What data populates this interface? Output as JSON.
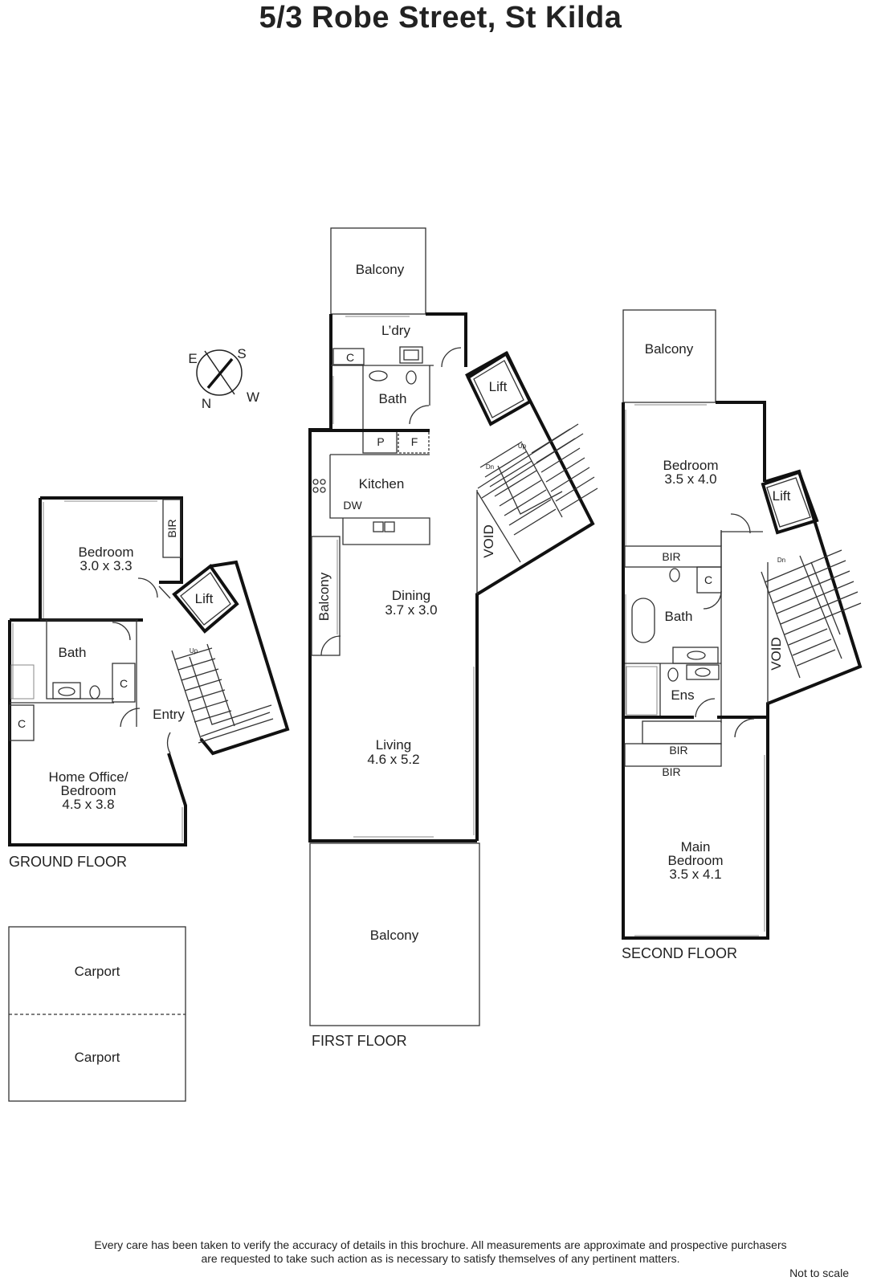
{
  "title": "5/3 Robe Street, St Kilda",
  "compass": {
    "e": "E",
    "s": "S",
    "n": "N",
    "w": "W"
  },
  "floors": {
    "ground": "GROUND FLOOR",
    "first": "FIRST FLOOR",
    "second": "SECOND FLOOR"
  },
  "ground_rooms": {
    "bedroom_name": "Bedroom",
    "bedroom_size": "3.0 x 3.3",
    "bir": "BIR",
    "lift": "Lift",
    "bath": "Bath",
    "c1": "C",
    "c2": "C",
    "entry": "Entry",
    "up": "Up",
    "office_name": "Home Office/",
    "office_name2": "Bedroom",
    "office_size": "4.5 x 3.8"
  },
  "carports": {
    "top": "Carport",
    "bottom": "Carport"
  },
  "first_rooms": {
    "balcony_top": "Balcony",
    "laundry": "L’dry",
    "c": "C",
    "bath": "Bath",
    "lift": "Lift",
    "p": "P",
    "f": "F",
    "kitchen": "Kitchen",
    "dw": "DW",
    "dn": "Dn",
    "up": "Up",
    "void": "VOID",
    "balcony_side": "Balcony",
    "dining_name": "Dining",
    "dining_size": "3.7 x 3.0",
    "living_name": "Living",
    "living_size": "4.6 x 5.2",
    "balcony_bottom": "Balcony"
  },
  "second_rooms": {
    "balcony": "Balcony",
    "bedroom_name": "Bedroom",
    "bedroom_size": "3.5 x 4.0",
    "lift": "Lift",
    "bir1": "BIR",
    "c": "C",
    "bath": "Bath",
    "ens": "Ens",
    "dn": "Dn",
    "void": "VOID",
    "bir2": "BIR",
    "bir3": "BIR",
    "main_name": "Main",
    "main_name2": "Bedroom",
    "main_size": "3.5 x 4.1"
  },
  "disclaimer_line1": "Every care has been taken to verify the accuracy of details in this brochure.  All measurements are approximate and prospective purchasers",
  "disclaimer_line2": "are requested to take such action as is necessary to satisfy themselves of any pertinent matters.",
  "not_to_scale": "Not to scale"
}
